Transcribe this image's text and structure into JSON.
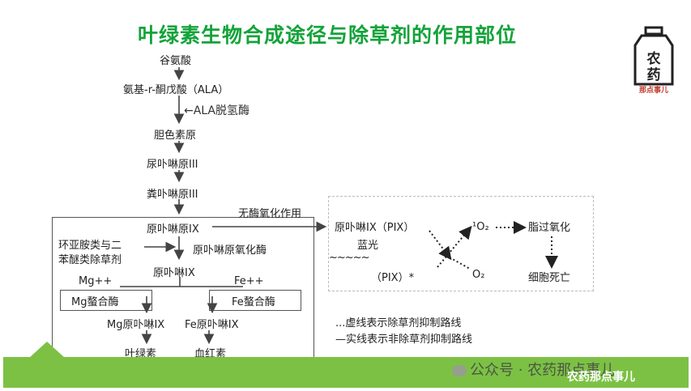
{
  "title": "叶绿素生物合成途径与除草剂的作用部位",
  "chain": {
    "glutamate": "谷氨酸",
    "ala": "氨基-r-酮戊酸（ALA）",
    "ala_enzyme": "←ALA脱氢酶",
    "bilin": "胆色素原",
    "uro": "尿卟啉原III",
    "copro": "粪卟啉原III",
    "proto_gen": "原卟啉原IX",
    "nonenzyme": "无酶氧化作用",
    "herbicide": [
      "环亚胺类与二",
      "苯醚类除草剂"
    ],
    "ppo": "原卟啉原氧化酶",
    "proto": "原卟啉IX",
    "mg": "Mg++",
    "fe": "Fe++",
    "mg_chelatase": "Mg螯合酶",
    "fe_chelatase": "Fe螯合酶",
    "mg_proto": "Mg原卟啉IX",
    "fe_proto": "Fe原卟啉IX",
    "chlorophyll": "叶绿素",
    "heme": "血红素"
  },
  "oxidation": {
    "pix": "原卟啉IX（PIX）",
    "light": "蓝光",
    "wave": "~~~~~",
    "pix_star": "（PIX）*",
    "singlet": "¹O₂",
    "o2": "O₂",
    "lipid": "脂过氧化",
    "death": "细胞死亡"
  },
  "legend": {
    "dashed": "...虚线表示除草剂抑制路线",
    "solid": "—实线表示非除草剂抑制路线"
  },
  "logo": {
    "glyph": "农药",
    "caption": "那点事儿"
  },
  "watermark": {
    "text": "公众号 · 农药那点事儿",
    "banner": "农药那点事儿"
  },
  "colors": {
    "title": "#14a33a",
    "band": "#7cc144"
  }
}
